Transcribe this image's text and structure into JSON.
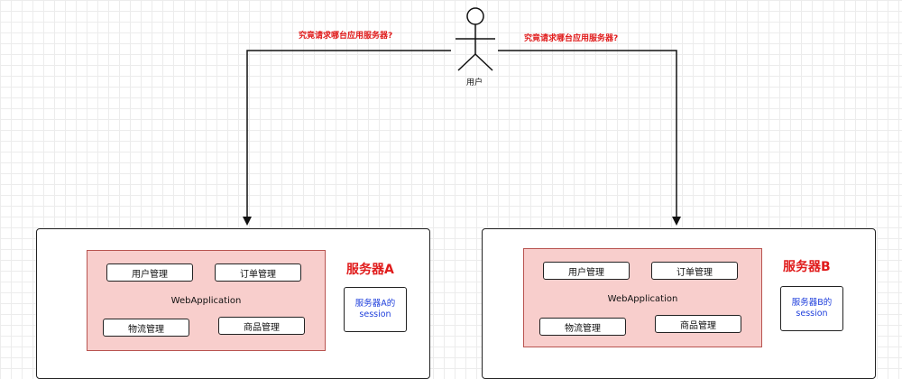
{
  "user": {
    "label": "用户",
    "icon": "stick-figure-icon"
  },
  "questions": {
    "left": "究竟请求哪台应用服务器?",
    "right": "究竟请求哪台应用服务器?"
  },
  "servers": [
    {
      "title": "服务器A",
      "webapp_label": "WebApplication",
      "modules": [
        "用户管理",
        "订单管理",
        "物流管理",
        "商品管理"
      ],
      "session_line1": "服务器A的",
      "session_line2": "session"
    },
    {
      "title": "服务器B",
      "webapp_label": "WebApplication",
      "modules": [
        "用户管理",
        "订单管理",
        "物流管理",
        "商品管理"
      ],
      "session_line1": "服务器B的",
      "session_line2": "session"
    }
  ],
  "colors": {
    "webapp_fill": "#f8cecc",
    "webapp_border": "#b85450",
    "title_red": "#e01b1b",
    "session_blue": "#1f3fdc"
  }
}
